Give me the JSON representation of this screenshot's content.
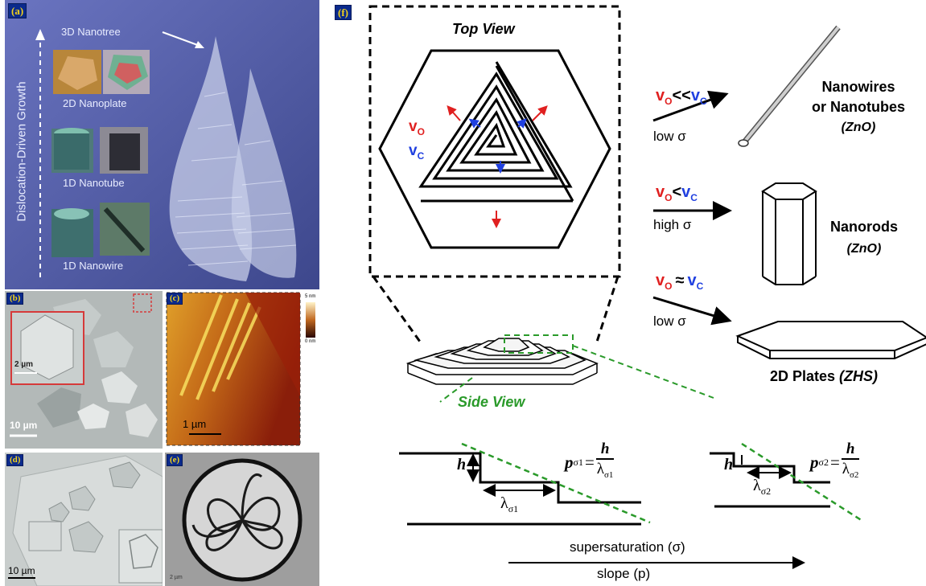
{
  "panel_a": {
    "label": "(a)",
    "axis_label": "Dislocation-Driven Growth",
    "nanotree": "3D Nanotree",
    "nanoplate": "2D Nanoplate",
    "nanotube": "1D Nanotube",
    "nanowire": "1D Nanowire"
  },
  "panel_b": {
    "label": "(b)",
    "scale_main": "10 µm",
    "scale_inset": "2 µm"
  },
  "panel_c": {
    "label": "(c)",
    "scale": "1 µm",
    "cbar_top": "5 nm",
    "cbar_bottom": "0 nm"
  },
  "panel_d": {
    "label": "(d)",
    "scale": "10 µm"
  },
  "panel_e": {
    "label": "(e)",
    "scale": "2 µm"
  },
  "panel_f": {
    "label": "(f)",
    "top_view": "Top View",
    "side_view": "Side View",
    "v_o": "v",
    "v_o_sub": "O",
    "v_c": "v",
    "v_c_sub": "C",
    "cond1": {
      "rel": "<<",
      "sigma": "low σ"
    },
    "cond2": {
      "rel": "<",
      "sigma": "high σ"
    },
    "cond3": {
      "rel": "≈",
      "sigma": "low σ"
    },
    "prod1_a": "Nanowires",
    "prod1_b": "or Nanotubes",
    "prod1_c": "(ZnO)",
    "prod2_a": "Nanorods",
    "prod2_b": "(ZnO)",
    "prod3_a": "2D Plates ",
    "prod3_b": "(ZHS)",
    "h": "h",
    "lambda1": "λ",
    "lambda1_sub": "σ1",
    "lambda2": "λ",
    "lambda2_sub": "σ2",
    "p1": "p",
    "p1_sub": "σ1",
    "p2": "p",
    "p2_sub": "σ2",
    "eq": "=",
    "frac_h": "h",
    "supersaturation": "supersaturation (σ)",
    "slope": "slope (p)"
  }
}
